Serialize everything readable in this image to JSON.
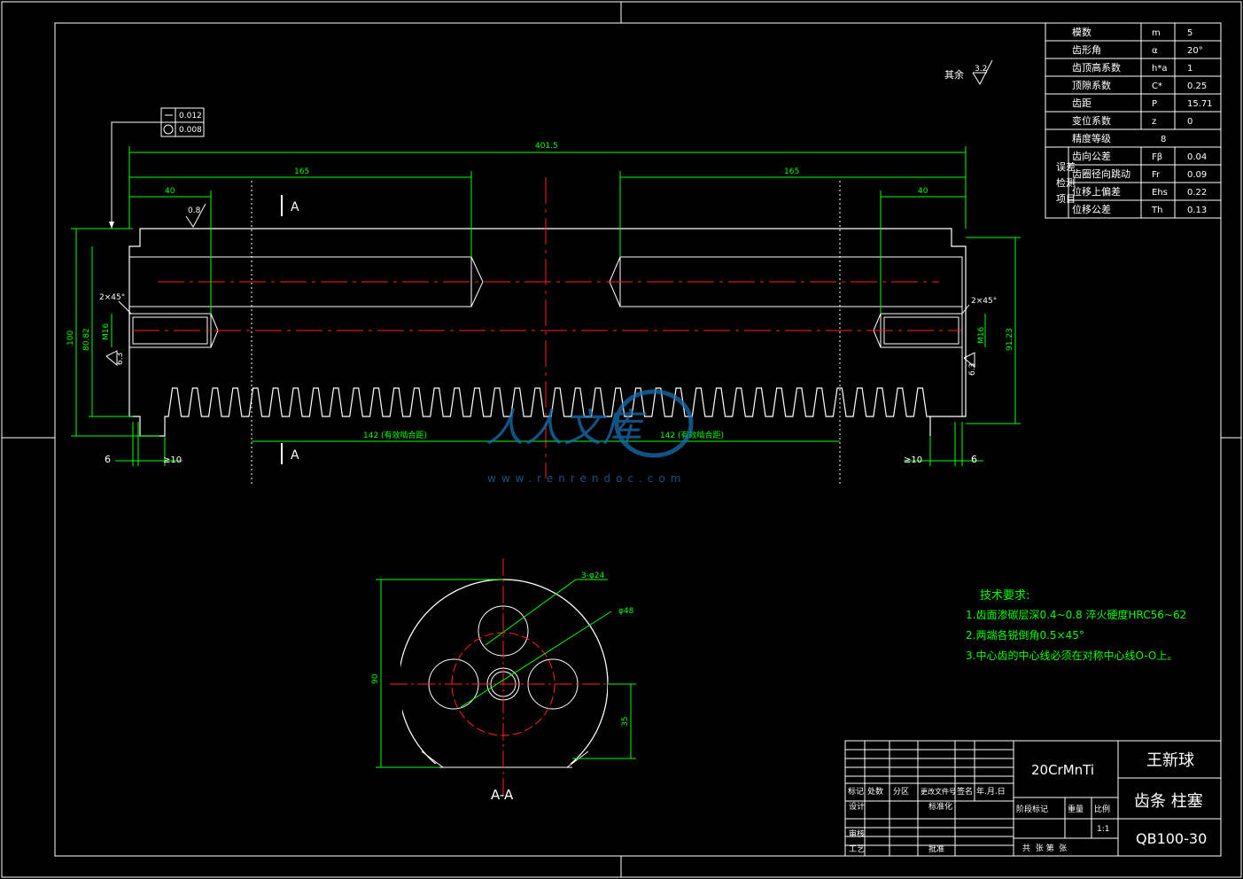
{
  "param_table": {
    "rows": [
      {
        "label": "模数",
        "sym": "m",
        "val": "5"
      },
      {
        "label": "齿形角",
        "sym": "α",
        "val": "20°"
      },
      {
        "label": "齿顶高系数",
        "sym": "h*a",
        "val": "1"
      },
      {
        "label": "顶隙系数",
        "sym": "C*",
        "val": "0.25"
      },
      {
        "label": "齿距",
        "sym": "P",
        "val": "15.71"
      },
      {
        "label": "变位系数",
        "sym": "z",
        "val": "0"
      },
      {
        "label": "精度等级",
        "sym": "",
        "val": "8"
      },
      {
        "label": "齿向公差",
        "sym": "Fβ",
        "val": "0.04"
      },
      {
        "label": "齿圈径向跳动",
        "sym": "Fr",
        "val": "0.09"
      },
      {
        "label": "位移上偏差",
        "sym": "Ehs",
        "val": "0.22"
      },
      {
        "label": "位移公差",
        "sym": "Th",
        "val": "0.13"
      }
    ],
    "group_label": "误差检测项目"
  },
  "surface_note": {
    "label": "其余",
    "value": "3.2"
  },
  "tolerance_frame": {
    "row1": "0.012",
    "row2": "0.008"
  },
  "dims": {
    "total": "401.5",
    "left_165": "165",
    "right_165": "165",
    "left_40": "40",
    "right_40": "40",
    "rough_08": "0.8",
    "pitch_left": "142 (有效啮合距)",
    "pitch_right": "142 (有效啮合距)",
    "left_6": "6",
    "right_6": "6",
    "left_ge10": "≥10",
    "right_ge10": "≥10",
    "chamfer_left": "2×45°",
    "chamfer_right": "2×45°",
    "height_left": "100",
    "height_mid_left": "80.82",
    "m16_left": "M16",
    "rough_left": "6.3",
    "rough_right": "6.3",
    "m16_right": "M16",
    "height_right": "91.23",
    "section_a_top": "A",
    "section_a_bottom": "A"
  },
  "section": {
    "holes_label": "3-φ24",
    "pcd_label": "φ48",
    "dia_label": "90",
    "flat_label": "35",
    "title": "A-A"
  },
  "tech_req": {
    "title": "技术要求:",
    "items": [
      "1.齿面渗碳层深0.4~0.8 淬火硬度HRC56~62",
      "2.两端各锐倒角0.5×45°",
      "3.中心齿的中心线必须在对称中心线O-O上。"
    ]
  },
  "title_block": {
    "material": "20CrMnTi",
    "designer_name": "王新球",
    "part_name": "齿条 柱塞",
    "drawing_no": "QB100-30",
    "h_biaoji": "标记",
    "h_chushu": "处数",
    "h_fenqu": "分区",
    "h_gengai": "更改文件号",
    "h_qianming": "签名",
    "h_date": "年.月.日",
    "r_sheji": "设计",
    "r_biaozhunhua": "标准化",
    "r_shenhe": "审核",
    "r_gongyi": "工艺",
    "r_pizhun": "批准",
    "h_jieduan": "阶段标记",
    "h_zhongliang": "重量",
    "h_bili": "比例",
    "scale": "1:1",
    "sheets": "共  张 第  张"
  },
  "watermark": {
    "brand": "人人文库",
    "url": "www.renrendoc.com"
  }
}
